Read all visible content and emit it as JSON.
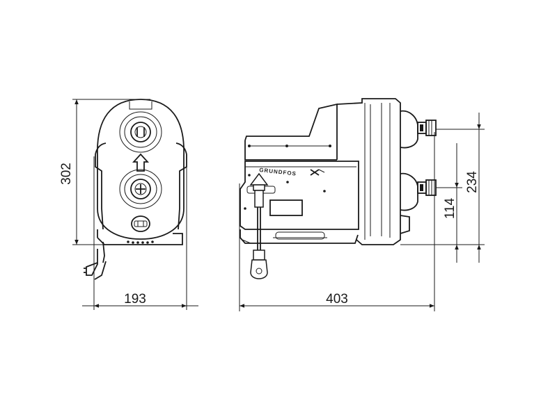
{
  "dimensions": {
    "height_overall": "302",
    "width_front": "193",
    "length_side": "403",
    "outlet_height": "234",
    "inlet_height": "114"
  },
  "brand": "GRUNDFOS"
}
